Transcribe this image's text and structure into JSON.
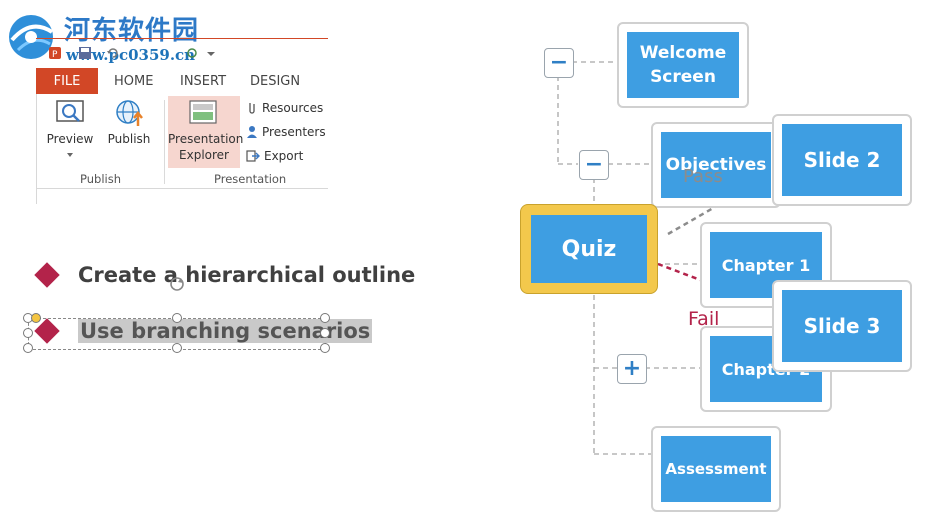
{
  "watermark": {
    "title": "河东软件园",
    "url": "www.pc0359.cn"
  },
  "ribbon": {
    "tabs": {
      "file": "FILE",
      "home": "HOME",
      "insert": "INSERT",
      "design": "DESIGN"
    },
    "preview_label": "Preview",
    "publish_label": "Publish",
    "presentation_explorer_line1": "Presentation",
    "presentation_explorer_line2": "Explorer",
    "resources_label": "Resources",
    "presenters_label": "Presenters",
    "export_label": "Export",
    "group_publish": "Publish",
    "group_presentation": "Presentation",
    "accent_color": "#d24726"
  },
  "slide": {
    "bullets": [
      "Create a hierarchical outline",
      "Use branching scenarios"
    ],
    "bullet_color": "#b3234a"
  },
  "diagram": {
    "nodes": {
      "welcome": "Welcome Screen",
      "objectives": "Objectives",
      "slide2": "Slide 2",
      "quiz": "Quiz",
      "chapter1": "Chapter 1",
      "slide3": "Slide 3",
      "chapter2": "Chapter 2",
      "assessment": "Assessment"
    },
    "labels": {
      "pass": "Pass",
      "fail": "Fail"
    },
    "node_color": "#3e9ee2",
    "quiz_border_color": "#f3c84c"
  }
}
